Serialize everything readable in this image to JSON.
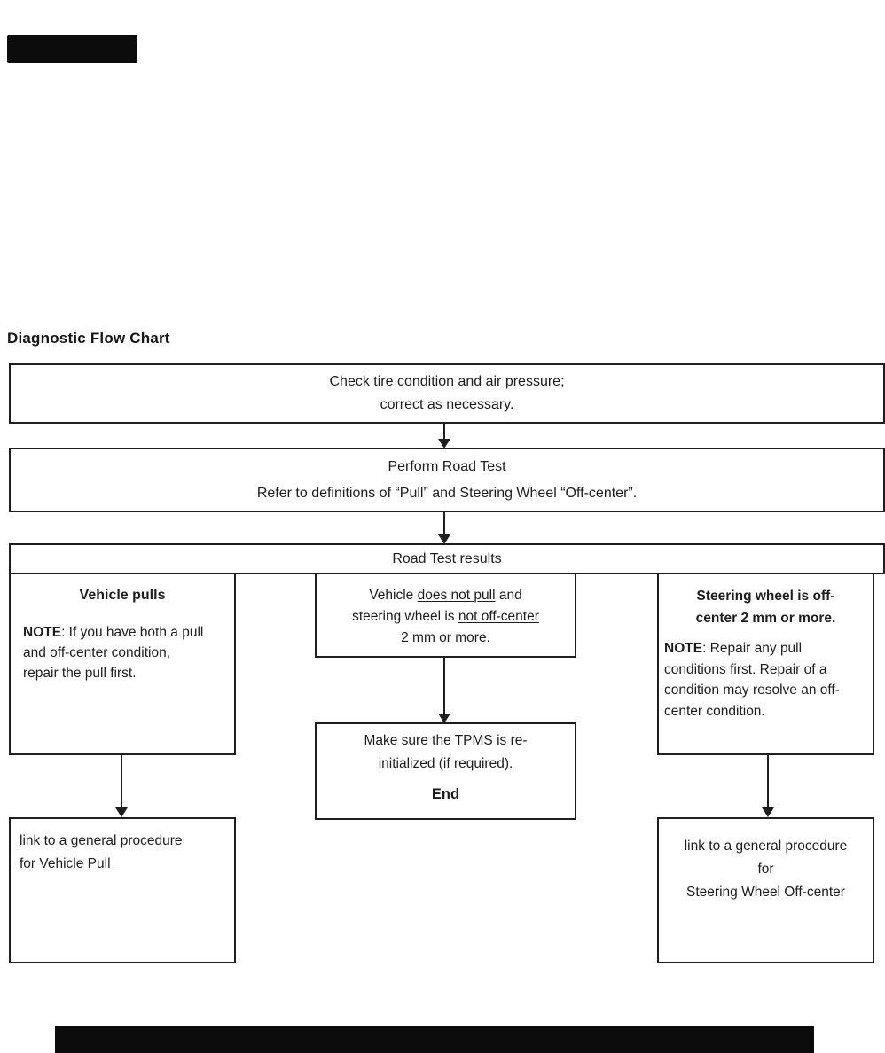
{
  "colors": {
    "ink": "#1f1f1f",
    "paper": "#ffffff",
    "redaction": "#0c0c0c"
  },
  "title": "Diagnostic Flow Chart",
  "flowchart": {
    "step_tires": "Check tire condition and air pressure;\ncorrect as necessary.",
    "step_road_test": "Perform Road Test\nRefer to definitions of “Pull” and Steering Wheel “Off-center”.",
    "step_results": "Road Test results",
    "branch_pull": {
      "heading": "Vehicle pulls",
      "note_label": "NOTE",
      "note_body": ": If you have both a pull\nand off-center condition,\nrepair the pull first."
    },
    "branch_no_pull": {
      "condition_lines": [
        [
          {
            "t": "Vehicle "
          },
          {
            "t": "does not pull",
            "u": true
          },
          {
            "t": " and"
          }
        ],
        [
          {
            "t": "steering wheel is "
          },
          {
            "t": "not off-center",
            "u": true
          }
        ],
        [
          {
            "t": "2 mm or more."
          }
        ]
      ],
      "action": "Make sure the TPMS is re-\ninitialized (if required).",
      "end_label": "End"
    },
    "branch_off_center": {
      "heading": "Steering wheel is off-\ncenter 2 mm or more.",
      "note_label": "NOTE",
      "note_body": ": Repair any pull\nconditions first. Repair of a\ncondition may resolve an off-\ncenter condition."
    },
    "link_pull": "link to a general procedure\nfor Vehicle Pull",
    "link_off_center": "link to a general procedure\nfor\nSteering Wheel Off-center"
  }
}
